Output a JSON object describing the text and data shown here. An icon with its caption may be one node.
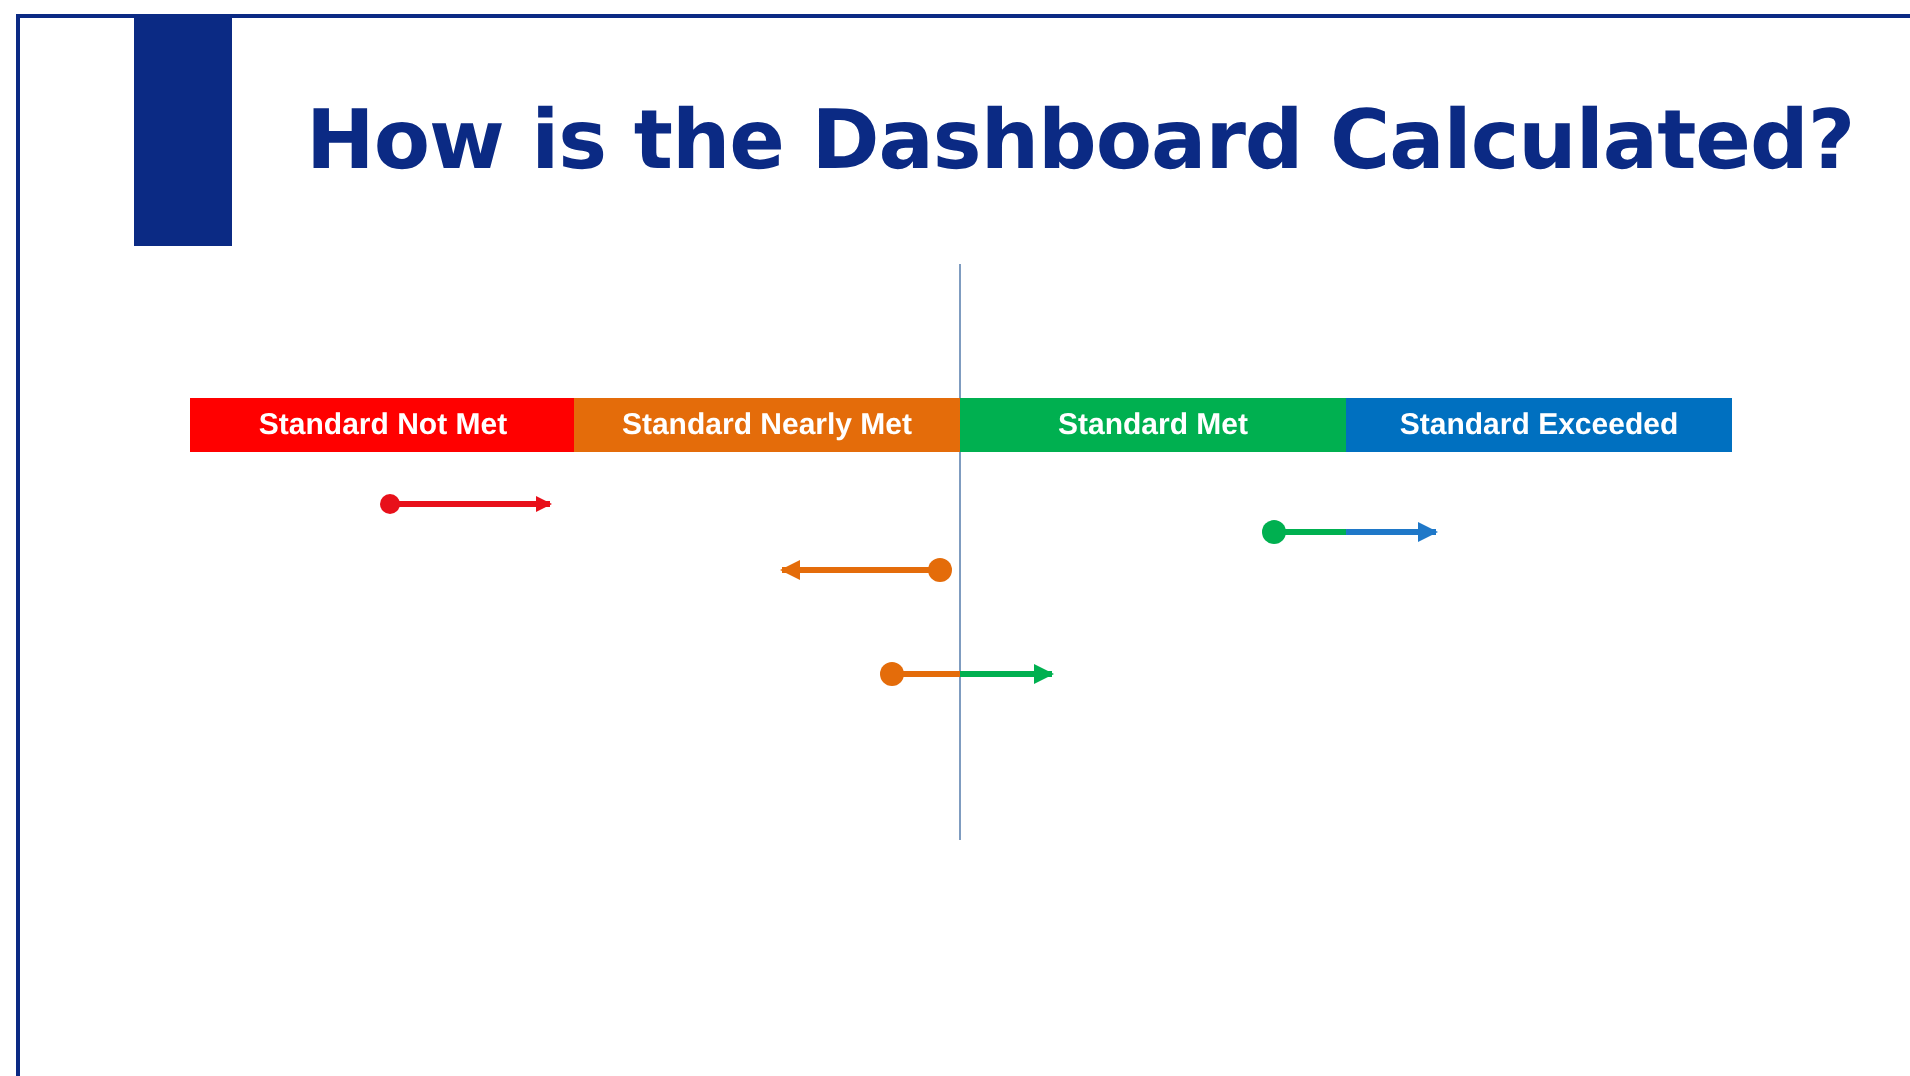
{
  "diagram": {
    "title": "How is the Dashboard Calculated?",
    "nodes": [
      {
        "text": [
          "Standard Not Met"
        ]
      },
      {
        "text": [
          "Standard Nearly Met"
        ]
      },
      {
        "text": [
          "Standard Met"
        ]
      },
      {
        "text": [
          "Standard Exceeded"
        ]
      }
    ]
  }
}
